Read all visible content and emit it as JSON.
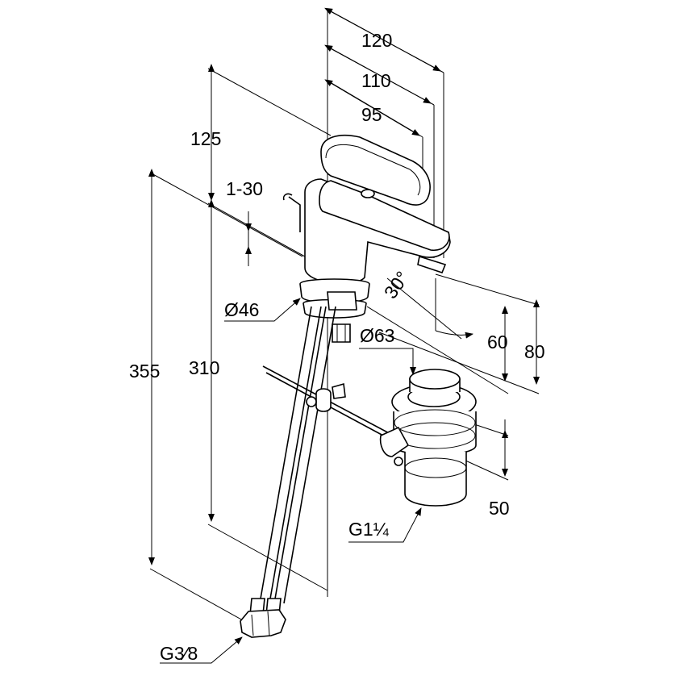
{
  "dimensions": {
    "d120": "120",
    "d110": "110",
    "d95": "95",
    "d125": "125",
    "d1_30": "1-30",
    "d355": "355",
    "d310": "310",
    "dia46": "Ø46",
    "dia63": "Ø63",
    "angle30": "30°",
    "d60": "60",
    "d80": "80",
    "d50": "50"
  },
  "threads": {
    "waste": "G1¼",
    "supply_main": "G",
    "supply_frac": "3⁄8"
  }
}
